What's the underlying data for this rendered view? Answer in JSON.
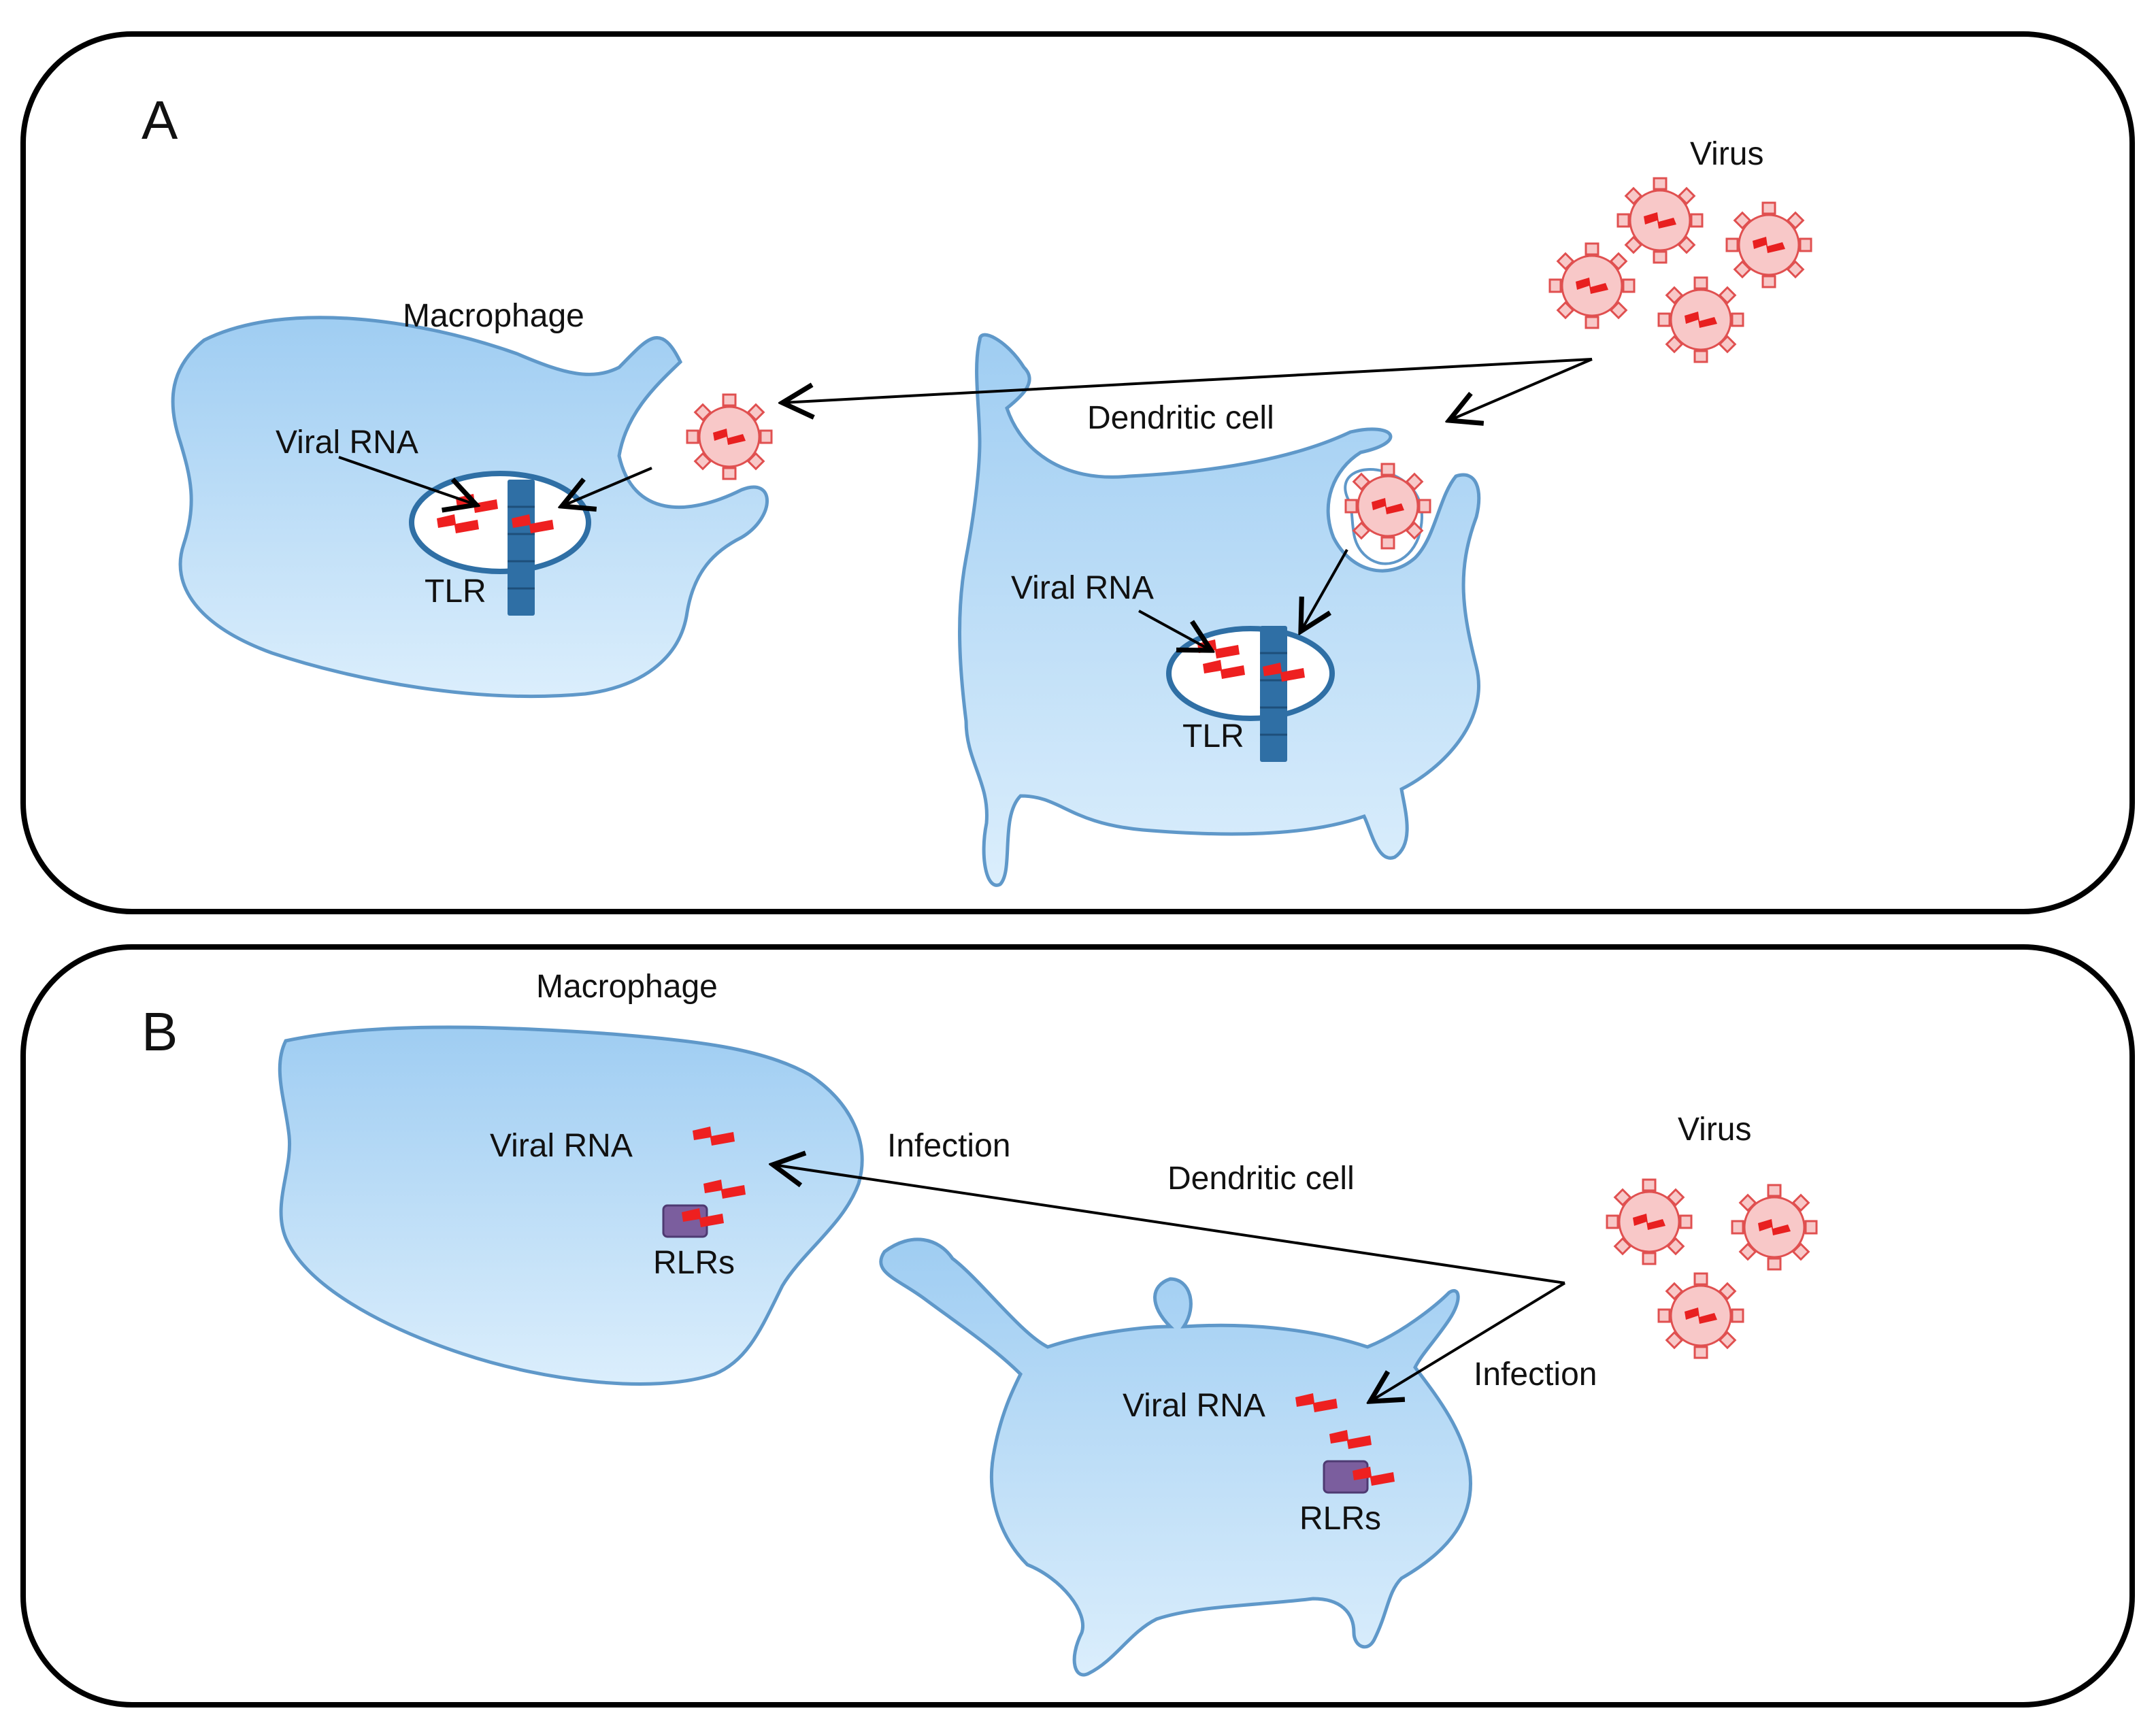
{
  "colors": {
    "cell_fill": "#b9dcf7",
    "cell_stroke": "#5f98c9",
    "rna": "#ee2020",
    "virus_fill": "#f8c8c8",
    "virus_stroke": "#e05050",
    "tlr": "#2f6fa5",
    "rlr": "#7b5e9e",
    "arrow": "#000000"
  },
  "panel_a": {
    "letter": "A",
    "virus_label": "Virus",
    "macrophage_label": "Macrophage",
    "dendritic_label": "Dendritic cell",
    "macrophage_rna_label": "Viral RNA",
    "dendritic_rna_label": "Viral RNA",
    "macrophage_tlr_label": "TLR",
    "dendritic_tlr_label": "TLR"
  },
  "panel_b": {
    "letter": "B",
    "virus_label": "Virus",
    "macrophage_label": "Macrophage",
    "dendritic_label": "Dendritic cell",
    "macrophage_rna_label": "Viral RNA",
    "dendritic_rna_label": "Viral RNA",
    "macrophage_rlr_label": "RLRs",
    "dendritic_rlr_label": "RLRs",
    "infection_label_1": "Infection",
    "infection_label_2": "Infection"
  },
  "icons": {
    "virus": "virus-icon",
    "rna": "rna-strand-icon",
    "tlr": "tlr-receptor-icon",
    "rlr": "rlr-receptor-icon"
  }
}
